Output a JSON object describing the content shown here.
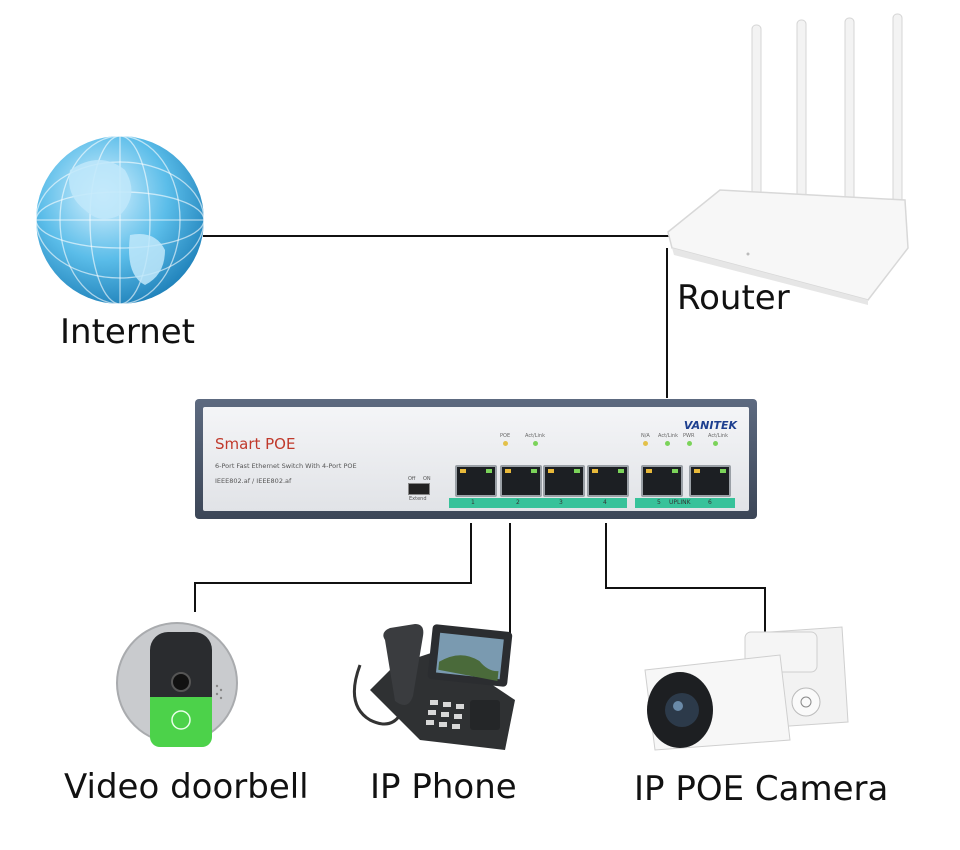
{
  "labels": {
    "internet": "Internet",
    "router": "Router",
    "video_doorbell": "Video doorbell",
    "ip_phone": "IP Phone",
    "ip_poe_camera": "IP POE Camera"
  },
  "switch": {
    "brand": "VANITEK",
    "title": "Smart POE",
    "subtitle": "6-Port Fast Ethernet Switch With 4-Port POE",
    "standard": "IEEE802.af / IEEE802.af",
    "dip_off": "Off",
    "dip_on": "ON",
    "dip_extend": "Extend",
    "led_poe": "POE",
    "led_act_link": "Act/Link",
    "led_na": "N/A",
    "led_pwr": "PWR",
    "port_labels": [
      "1",
      "2",
      "3",
      "4",
      "5",
      "UPLINK",
      "6"
    ]
  },
  "colors": {
    "line": "#111111",
    "doorbell_green": "#4cd24a",
    "globe": "#4fb6e6",
    "switch_frame": "#4a5568",
    "port_strip": "#37c29a"
  }
}
